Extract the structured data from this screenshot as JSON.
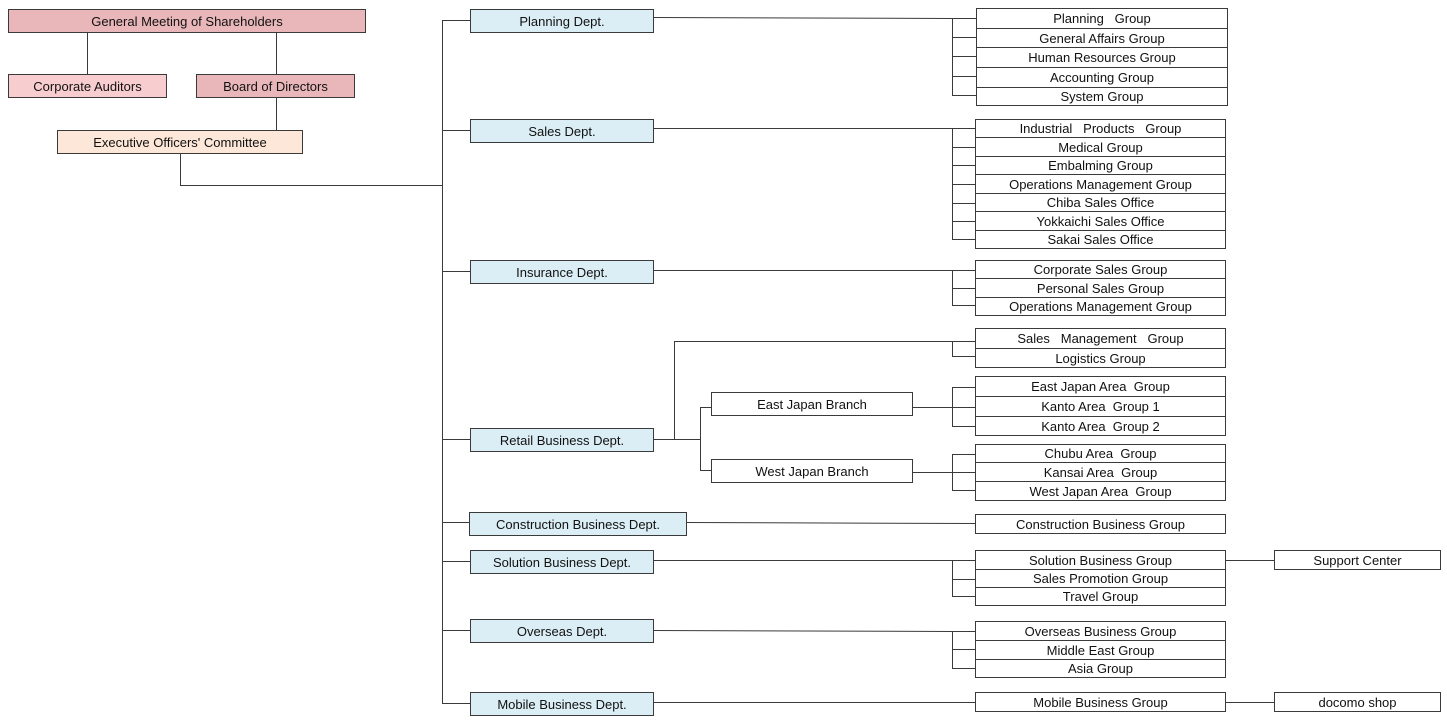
{
  "top": {
    "shareholders": "General Meeting of Shareholders",
    "auditors": "Corporate Auditors",
    "board": "Board of Directors",
    "committee": "Executive Officers' Committee"
  },
  "depts": {
    "planning": "Planning Dept.",
    "sales": "Sales Dept.",
    "insurance": "Insurance Dept.",
    "retail": "Retail Business Dept.",
    "construction": "Construction Business Dept.",
    "solution": "Solution Business Dept.",
    "overseas": "Overseas Dept.",
    "mobile": "Mobile Business Dept."
  },
  "branches": {
    "east": "East Japan Branch",
    "west": "West Japan Branch"
  },
  "groups": {
    "planning": [
      "Planning   Group",
      "General Affairs Group",
      "Human Resources Group",
      "Accounting Group",
      "System Group"
    ],
    "sales": [
      "Industrial   Products   Group",
      "Medical Group",
      "Embalming Group",
      "Operations Management Group",
      "Chiba Sales Office",
      "Yokkaichi Sales Office",
      "Sakai Sales Office"
    ],
    "insurance": [
      "Corporate Sales Group",
      "Personal Sales Group",
      "Operations Management Group"
    ],
    "retail": [
      "Sales   Management   Group",
      "Logistics Group"
    ],
    "east": [
      "East Japan Area  Group",
      "Kanto Area  Group 1",
      "Kanto Area  Group 2"
    ],
    "west": [
      "Chubu Area  Group",
      "Kansai Area  Group",
      "West Japan Area  Group"
    ],
    "construction": [
      "Construction Business Group"
    ],
    "solution": [
      "Solution Business Group",
      "Sales Promotion Group",
      "Travel Group"
    ],
    "overseas": [
      "Overseas Business Group",
      "Middle East Group",
      "Asia Group"
    ],
    "mobile": [
      "Mobile Business Group"
    ]
  },
  "extra": {
    "support": "Support Center",
    "docomo": "docomo shop"
  }
}
